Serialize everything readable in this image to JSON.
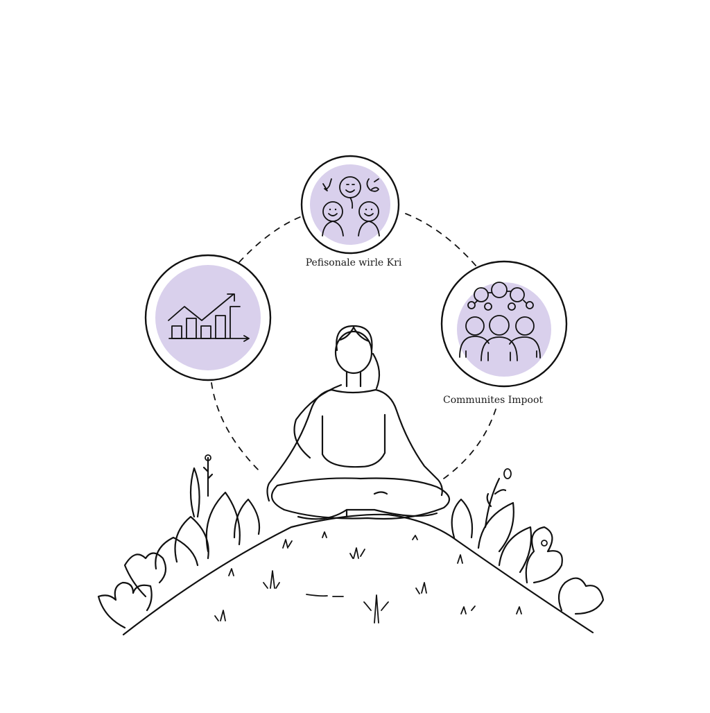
{
  "illustration": {
    "title": "Meditating person surrounded by three wellbeing themes",
    "colors": {
      "background": "#ffffff",
      "line": "#111111",
      "accent_fill": "#d9d0ec"
    },
    "center_figure": {
      "icon": "meditating-person",
      "pose": "lotus"
    },
    "connector": {
      "style": "dashed-circle"
    },
    "nodes": [
      {
        "id": "growth",
        "icon": "growth-chart-icon",
        "label": ""
      },
      {
        "id": "personal",
        "icon": "smiling-faces-icon",
        "label": "Pefisonale wirle Kri"
      },
      {
        "id": "community",
        "icon": "community-network-icon",
        "label": "Communites Impoot"
      }
    ],
    "ground": {
      "icon": "grassy-hill",
      "plants": [
        "left-foliage",
        "right-foliage"
      ]
    }
  }
}
